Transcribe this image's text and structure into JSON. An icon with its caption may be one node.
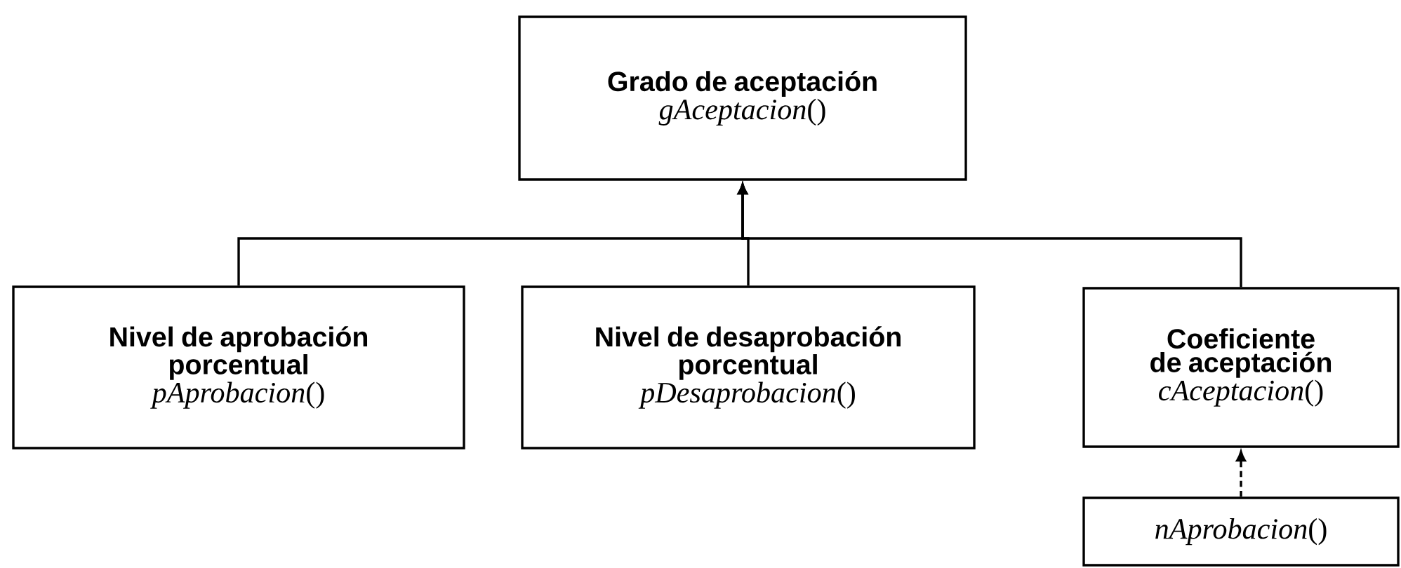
{
  "diagram": {
    "nodes": [
      {
        "text": [
          "Grado de aceptación",
          "*gAceptacion*()"
        ]
      },
      {
        "text": [
          "Nivel de aprobación porcentual",
          "*pAprobacion*()"
        ]
      },
      {
        "text": [
          "Nivel de desaprobación porcentual",
          "*pDesaprobacion*()"
        ]
      },
      {
        "text": [
          "Coeficiente de aceptación",
          "*cAceptacion*()"
        ]
      },
      {
        "text": [
          "*nAprobacion*()"
        ]
      }
    ],
    "edges": [
      {
        "from": 1,
        "to": 0,
        "arrow": "to"
      },
      {
        "from": 2,
        "to": 0,
        "arrow": "to"
      },
      {
        "from": 3,
        "to": 0,
        "arrow": "to"
      },
      {
        "from": 4,
        "to": 3,
        "arrow": "to",
        "style": "dashed"
      }
    ]
  }
}
